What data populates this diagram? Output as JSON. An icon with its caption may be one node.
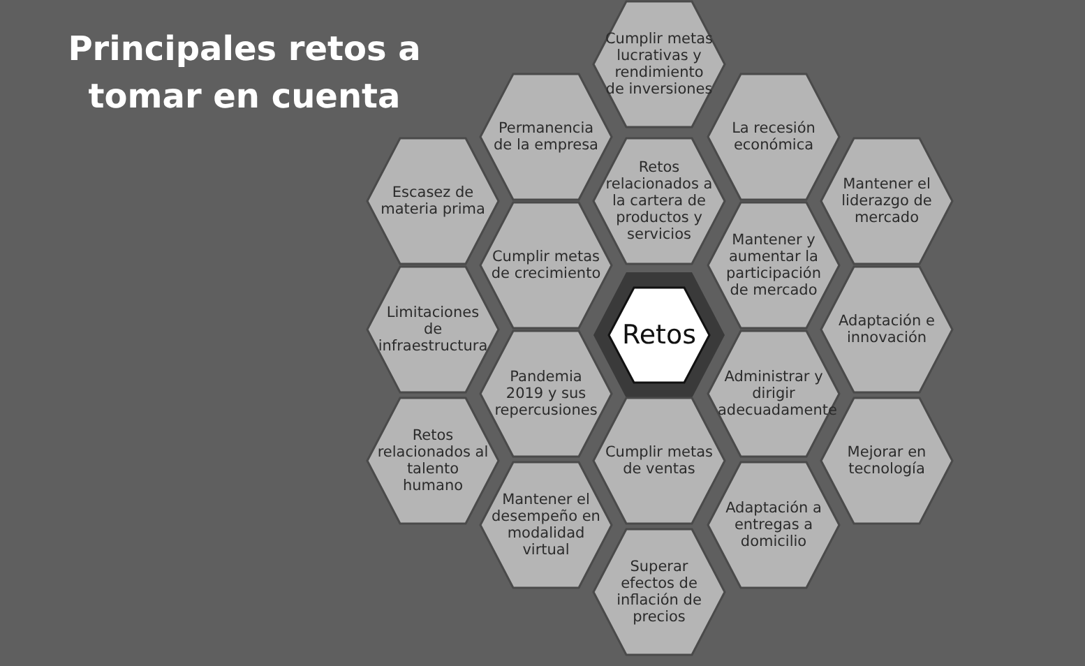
{
  "diagram": {
    "title": "Principales retos a tomar en cuenta",
    "nodes": [
      {
        "text": [
          "Cumplir metas lucrativas y rendimiento de inversiones"
        ]
      },
      {
        "text": [
          "Permanencia de la empresa"
        ]
      },
      {
        "text": [
          "La recesión económica"
        ]
      },
      {
        "text": [
          "Retos relacionados a la cartera de productos y servicios"
        ]
      },
      {
        "text": [
          "Escasez de materia prima"
        ]
      },
      {
        "text": [
          "Mantener el liderazgo de mercado"
        ]
      },
      {
        "text": [
          "Cumplir metas de crecimiento"
        ]
      },
      {
        "text": [
          "Mantener y aumentar la participación de mercado"
        ]
      },
      {
        "text": [
          "Limitaciones de infraestructura"
        ]
      },
      {
        "text": [
          "Retos"
        ]
      },
      {
        "text": [
          "Adaptación e innovación"
        ]
      },
      {
        "text": [
          "Pandemia 2019 y sus repercusiones"
        ]
      },
      {
        "text": [
          "Administrar y dirigir adecuadamente"
        ]
      },
      {
        "text": [
          "Retos relacionados al talento humano"
        ]
      },
      {
        "text": [
          "Cumplir metas de ventas"
        ]
      },
      {
        "text": [
          "Mejorar en tecnología"
        ]
      },
      {
        "text": [
          "Mantener el desempeño en modalidad virtual"
        ]
      },
      {
        "text": [
          "Adaptación a entregas a domicilio"
        ]
      },
      {
        "text": [
          "Superar efectos de inflación de precios"
        ]
      }
    ],
    "edges": []
  }
}
